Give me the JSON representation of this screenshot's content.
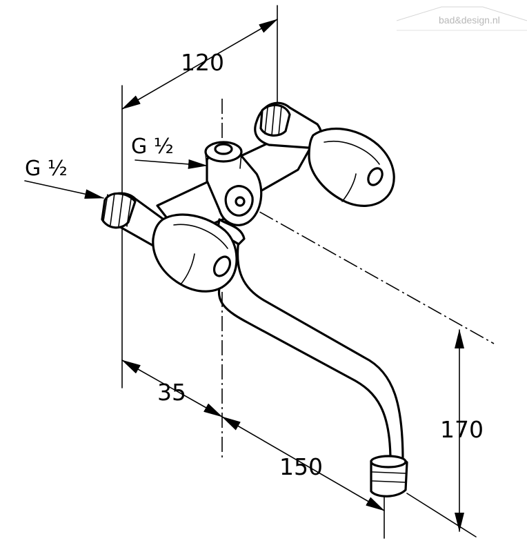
{
  "watermark": {
    "text": "bad&design.nl"
  },
  "dimensions": {
    "width_between_connections": "120",
    "wall_offset": "35",
    "spout_projection": "150",
    "spout_height": "170"
  },
  "connections": {
    "left": "G ½",
    "rear": "G ½"
  },
  "colors": {
    "line": "#000000",
    "background": "#ffffff",
    "watermark": "#b8b8b8"
  }
}
